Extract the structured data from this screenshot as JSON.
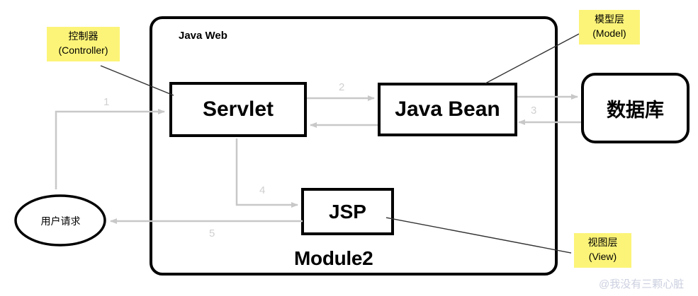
{
  "diagram": {
    "container": {
      "title": "Java Web",
      "module_title": "Module2"
    },
    "nodes": {
      "servlet": "Servlet",
      "java_bean": "Java Bean",
      "database": "数据库",
      "jsp": "JSP",
      "user_request": "用户请求"
    },
    "annotations": [
      {
        "id": "controller",
        "line1": "控制器",
        "line2": "(Controller)",
        "color": "#fcf478"
      },
      {
        "id": "model",
        "line1": "模型层",
        "line2": "(Model)",
        "color": "#fcf478"
      },
      {
        "id": "view",
        "line1": "视图层",
        "line2": "(View)",
        "color": "#fcf478"
      }
    ],
    "annotation_text": {
      "controller": "控制器\n(Controller)",
      "controller_cn": "控制器",
      "controller_en": "(Controller)",
      "model_cn": "模型层",
      "model_en": "(Model)",
      "view_cn": "视图层",
      "view_en": "(View)"
    },
    "flow_numbers": {
      "one": "1",
      "two": "2",
      "three": "3",
      "four": "4",
      "five": "5"
    },
    "colors": {
      "stroke": "#000000",
      "arrow": "#c8c8c8",
      "highlight": "#fcf478",
      "watermark": "#ccd0e0"
    },
    "watermark": "@我没有三颗心脏"
  }
}
